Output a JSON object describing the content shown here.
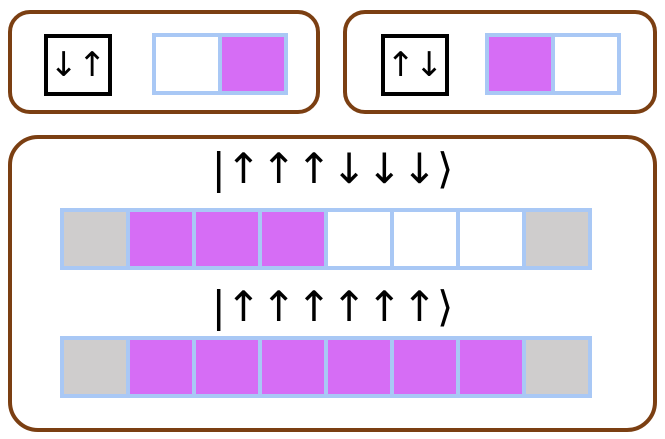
{
  "panel_a": {
    "spin_label": "↓↑",
    "cells": [
      "empty",
      "filled"
    ]
  },
  "panel_b": {
    "spin_label": "↑↓",
    "cells": [
      "filled",
      "empty"
    ]
  },
  "panel_c": {
    "states": [
      {
        "ket": "|↑↑↑↓↓↓⟩",
        "cells": [
          "boundary",
          "filled",
          "filled",
          "filled",
          "empty",
          "empty",
          "empty",
          "boundary"
        ]
      },
      {
        "ket": "|↑↑↑↑↑↑⟩",
        "cells": [
          "boundary",
          "filled",
          "filled",
          "filled",
          "filled",
          "filled",
          "filled",
          "boundary"
        ]
      }
    ]
  },
  "colors": {
    "frame": "#7b3f12",
    "cell_border": "#a9c8f5",
    "filled": "#d66df5",
    "empty": "#ffffff",
    "boundary": "#cfcdcd"
  }
}
